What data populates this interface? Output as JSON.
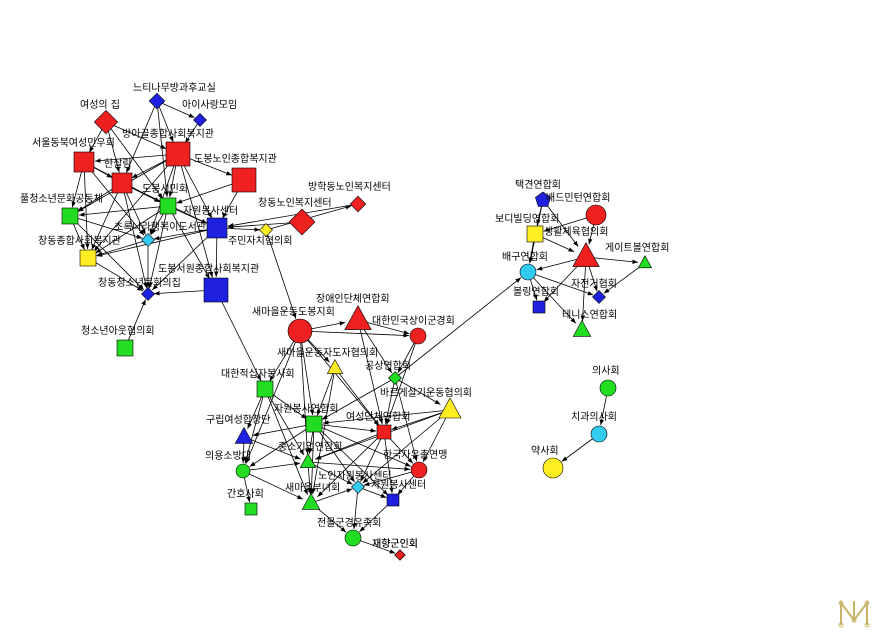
{
  "network": {
    "nodes": [
      {
        "id": "n1",
        "label": "느티나무방과후교실",
        "shape": "diamond",
        "color": "#2020e0"
      },
      {
        "id": "n2",
        "label": "여성의 집",
        "shape": "diamond",
        "color": "#ee2020"
      },
      {
        "id": "n3",
        "label": "아이사랑모임",
        "shape": "diamond",
        "color": "#2020e0"
      },
      {
        "id": "n4",
        "label": "방아골종합사회복지관",
        "shape": "square",
        "color": "#ee2020"
      },
      {
        "id": "n5",
        "label": "서울동북여성민우회",
        "shape": "square",
        "color": "#ee2020"
      },
      {
        "id": "n6",
        "label": "한살림",
        "shape": "square",
        "color": "#ee2020"
      },
      {
        "id": "n7",
        "label": "도봉노인종합복지관",
        "shape": "square",
        "color": "#ee2020"
      },
      {
        "id": "n8",
        "label": "도봉시민회",
        "shape": "square",
        "color": "#22dd22"
      },
      {
        "id": "n9",
        "label": "방학동노인복지센터",
        "shape": "diamond",
        "color": "#ee2020"
      },
      {
        "id": "n10",
        "label": "풀청소년문화공동체",
        "shape": "square",
        "color": "#22dd22"
      },
      {
        "id": "n11",
        "label": "창동노인복지센터",
        "shape": "diamond",
        "color": "#ee2020"
      },
      {
        "id": "n12",
        "label": "자원봉사센터",
        "shape": "square",
        "color": "#2020e0"
      },
      {
        "id": "n13",
        "label": "초록나라행복이도서관",
        "shape": "diamond",
        "color": "#33ccee"
      },
      {
        "id": "n14",
        "label": "주민자치협의회",
        "shape": "diamond",
        "color": "#ffee22"
      },
      {
        "id": "n15",
        "label": "창동종합사회복지관",
        "shape": "square",
        "color": "#ffee22"
      },
      {
        "id": "n16",
        "label": "도봉서원종합사회복지관",
        "shape": "square",
        "color": "#2020e0"
      },
      {
        "id": "n17",
        "label": "창동청소년문화의집",
        "shape": "diamond",
        "color": "#2020e0"
      },
      {
        "id": "n18",
        "label": "청소년아웃협의회",
        "shape": "square",
        "color": "#22dd22"
      },
      {
        "id": "n19",
        "label": "장애인단체연합회",
        "shape": "triangle",
        "color": "#ee2020"
      },
      {
        "id": "n20",
        "label": "새마을운동도봉지회",
        "shape": "circle",
        "color": "#ee2020"
      },
      {
        "id": "n21",
        "label": "대한민국상이군경회",
        "shape": "circle",
        "color": "#ee2020"
      },
      {
        "id": "n22",
        "label": "새마을운동자도자협의회",
        "shape": "triangle",
        "color": "#ffee22"
      },
      {
        "id": "n23",
        "label": "대한적십자봉사회",
        "shape": "square",
        "color": "#22dd22"
      },
      {
        "id": "n24",
        "label": "공상연합회",
        "shape": "diamond",
        "color": "#22dd22"
      },
      {
        "id": "n25",
        "label": "바르게살기운동협의회",
        "shape": "triangle",
        "color": "#ffee22"
      },
      {
        "id": "n26",
        "label": "자원봉사연합회",
        "shape": "square",
        "color": "#22dd22"
      },
      {
        "id": "n27",
        "label": "구립여성합창단",
        "shape": "triangle",
        "color": "#2020e0"
      },
      {
        "id": "n28",
        "label": "여성단체연합회",
        "shape": "square",
        "color": "#ee2020"
      },
      {
        "id": "n29",
        "label": "의용소방대",
        "shape": "circle",
        "color": "#22dd22"
      },
      {
        "id": "n30",
        "label": "중소기업연합회",
        "shape": "triangle",
        "color": "#22dd22"
      },
      {
        "id": "n31",
        "label": "재향군인회",
        "shape": "diamond",
        "color": "#ee2020"
      },
      {
        "id": "n32",
        "label": "한국자유총연맹",
        "shape": "circle",
        "color": "#ee2020"
      },
      {
        "id": "n33",
        "label": "간호사회",
        "shape": "square",
        "color": "#22dd22"
      },
      {
        "id": "n34",
        "label": "새마을부녀회",
        "shape": "triangle",
        "color": "#22dd22"
      },
      {
        "id": "n35",
        "label": "노인자원봉사센터",
        "shape": "diamond",
        "color": "#33ccee"
      },
      {
        "id": "n36",
        "label": "자원봉사센터",
        "shape": "square",
        "color": "#2020e0"
      },
      {
        "id": "n37",
        "label": "전몰군경유족회",
        "shape": "circle",
        "color": "#22dd22"
      },
      {
        "id": "n38",
        "label": "재향군인회",
        "shape": "diamond",
        "color": "#ee2020"
      },
      {
        "id": "n39",
        "label": "택견연합회",
        "shape": "pentagon",
        "color": "#2020e0"
      },
      {
        "id": "n40",
        "label": "배드민턴연합회",
        "shape": "circle",
        "color": "#ee2020"
      },
      {
        "id": "n41",
        "label": "보디빌딩연합회",
        "shape": "square",
        "color": "#ffee22"
      },
      {
        "id": "n42",
        "label": "생활체육협의회",
        "shape": "triangle",
        "color": "#ee2020"
      },
      {
        "id": "n43",
        "label": "게이트볼연합회",
        "shape": "triangle",
        "color": "#22dd22"
      },
      {
        "id": "n44",
        "label": "배구연합회",
        "shape": "circle",
        "color": "#33ccee"
      },
      {
        "id": "n45",
        "label": "자전거협회",
        "shape": "diamond",
        "color": "#2020e0"
      },
      {
        "id": "n46",
        "label": "볼링연합회",
        "shape": "square",
        "color": "#2020e0"
      },
      {
        "id": "n47",
        "label": "테니스연합회",
        "shape": "triangle",
        "color": "#22dd22"
      },
      {
        "id": "n48",
        "label": "의사회",
        "shape": "circle",
        "color": "#22dd22"
      },
      {
        "id": "n49",
        "label": "치과의사회",
        "shape": "circle",
        "color": "#33ccee"
      },
      {
        "id": "n50",
        "label": "약사회",
        "shape": "circle",
        "color": "#ffee22"
      }
    ],
    "edges": [
      [
        "n1",
        "n3"
      ],
      [
        "n1",
        "n4"
      ],
      [
        "n1",
        "n6"
      ],
      [
        "n1",
        "n8"
      ],
      [
        "n2",
        "n5"
      ],
      [
        "n2",
        "n4"
      ],
      [
        "n2",
        "n6"
      ],
      [
        "n2",
        "n8"
      ],
      [
        "n3",
        "n4"
      ],
      [
        "n4",
        "n5"
      ],
      [
        "n4",
        "n6"
      ],
      [
        "n4",
        "n8"
      ],
      [
        "n4",
        "n12"
      ],
      [
        "n4",
        "n13"
      ],
      [
        "n4",
        "n10"
      ],
      [
        "n4",
        "n15"
      ],
      [
        "n5",
        "n6"
      ],
      [
        "n5",
        "n10"
      ],
      [
        "n5",
        "n8"
      ],
      [
        "n5",
        "n15"
      ],
      [
        "n5",
        "n13"
      ],
      [
        "n6",
        "n8"
      ],
      [
        "n6",
        "n10"
      ],
      [
        "n6",
        "n12"
      ],
      [
        "n6",
        "n13"
      ],
      [
        "n6",
        "n15"
      ],
      [
        "n6",
        "n17"
      ],
      [
        "n7",
        "n12"
      ],
      [
        "n7",
        "n8"
      ],
      [
        "n8",
        "n10"
      ],
      [
        "n8",
        "n12"
      ],
      [
        "n8",
        "n13"
      ],
      [
        "n8",
        "n15"
      ],
      [
        "n8",
        "n17"
      ],
      [
        "n8",
        "n16"
      ],
      [
        "n9",
        "n12"
      ],
      [
        "n11",
        "n12"
      ],
      [
        "n10",
        "n13"
      ],
      [
        "n10",
        "n15"
      ],
      [
        "n10",
        "n17"
      ],
      [
        "n12",
        "n13"
      ],
      [
        "n12",
        "n15"
      ],
      [
        "n12",
        "n16"
      ],
      [
        "n12",
        "n17"
      ],
      [
        "n12",
        "n14"
      ],
      [
        "n13",
        "n15"
      ],
      [
        "n13",
        "n17"
      ],
      [
        "n15",
        "n17"
      ],
      [
        "n16",
        "n17"
      ],
      [
        "n16",
        "n23"
      ],
      [
        "n14",
        "n9"
      ],
      [
        "n4",
        "n16"
      ],
      [
        "n4",
        "n7"
      ],
      [
        "n18",
        "n17"
      ],
      [
        "n20",
        "n19"
      ],
      [
        "n20",
        "n21"
      ],
      [
        "n20",
        "n22"
      ],
      [
        "n20",
        "n23"
      ],
      [
        "n20",
        "n26"
      ],
      [
        "n20",
        "n28"
      ],
      [
        "n20",
        "n29"
      ],
      [
        "n20",
        "n30"
      ],
      [
        "n19",
        "n21"
      ],
      [
        "n19",
        "n24"
      ],
      [
        "n19",
        "n28"
      ],
      [
        "n21",
        "n24"
      ],
      [
        "n21",
        "n28"
      ],
      [
        "n22",
        "n26"
      ],
      [
        "n22",
        "n28"
      ],
      [
        "n22",
        "n34"
      ],
      [
        "n23",
        "n26"
      ],
      [
        "n23",
        "n27"
      ],
      [
        "n23",
        "n29"
      ],
      [
        "n23",
        "n30"
      ],
      [
        "n23",
        "n34"
      ],
      [
        "n24",
        "n25"
      ],
      [
        "n24",
        "n28"
      ],
      [
        "n24",
        "n26"
      ],
      [
        "n24",
        "n32"
      ],
      [
        "n25",
        "n28"
      ],
      [
        "n25",
        "n26"
      ],
      [
        "n25",
        "n30"
      ],
      [
        "n25",
        "n32"
      ],
      [
        "n25",
        "n35"
      ],
      [
        "n26",
        "n27"
      ],
      [
        "n26",
        "n28"
      ],
      [
        "n26",
        "n29"
      ],
      [
        "n26",
        "n30"
      ],
      [
        "n26",
        "n34"
      ],
      [
        "n26",
        "n35"
      ],
      [
        "n26",
        "n36"
      ],
      [
        "n26",
        "n32"
      ],
      [
        "n27",
        "n29"
      ],
      [
        "n27",
        "n30"
      ],
      [
        "n28",
        "n30"
      ],
      [
        "n28",
        "n32"
      ],
      [
        "n28",
        "n35"
      ],
      [
        "n28",
        "n36"
      ],
      [
        "n28",
        "n34"
      ],
      [
        "n29",
        "n33"
      ],
      [
        "n29",
        "n34"
      ],
      [
        "n29",
        "n30"
      ],
      [
        "n30",
        "n34"
      ],
      [
        "n30",
        "n35"
      ],
      [
        "n30",
        "n32"
      ],
      [
        "n32",
        "n35"
      ],
      [
        "n32",
        "n36"
      ],
      [
        "n34",
        "n35"
      ],
      [
        "n34",
        "n37"
      ],
      [
        "n35",
        "n36"
      ],
      [
        "n35",
        "n37"
      ],
      [
        "n36",
        "n37"
      ],
      [
        "n37",
        "n38"
      ],
      [
        "n24",
        "n44"
      ],
      [
        "n14",
        "n20"
      ],
      [
        "n39",
        "n41"
      ],
      [
        "n39",
        "n42"
      ],
      [
        "n40",
        "n41"
      ],
      [
        "n40",
        "n42"
      ],
      [
        "n41",
        "n42"
      ],
      [
        "n41",
        "n44"
      ],
      [
        "n42",
        "n43"
      ],
      [
        "n42",
        "n44"
      ],
      [
        "n42",
        "n45"
      ],
      [
        "n42",
        "n46"
      ],
      [
        "n42",
        "n47"
      ],
      [
        "n44",
        "n46"
      ],
      [
        "n44",
        "n47"
      ],
      [
        "n44",
        "n45"
      ],
      [
        "n43",
        "n45"
      ],
      [
        "n39",
        "n44"
      ],
      [
        "n48",
        "n49"
      ],
      [
        "n49",
        "n50"
      ]
    ]
  },
  "logo": {
    "icon": "app-logo-icon",
    "color": "#c8b469"
  }
}
